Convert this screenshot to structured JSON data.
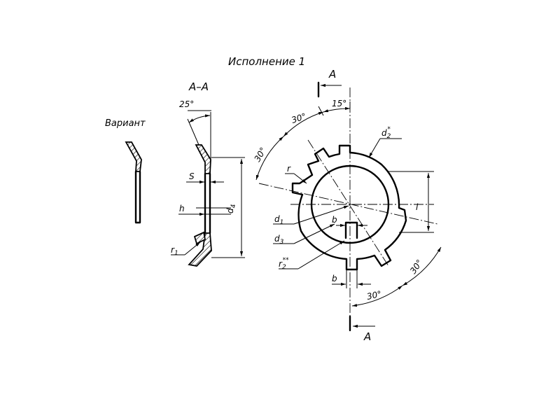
{
  "labels": {
    "execution_title": "Исполнение 1",
    "section_title": "А–А",
    "variant_label": "Вариант",
    "section_mark_top": "А",
    "section_mark_bottom": "А"
  },
  "dimensions": {
    "angle_25": "25°",
    "s": "S",
    "h": "h",
    "r1_main": "r",
    "r1_sub": "1",
    "d4_main": "d",
    "d4_sub": "4",
    "angle_15": "15°",
    "angle_30_top": "30°",
    "angle_30_left": "30°",
    "angle_30_right": "30°",
    "angle_30_bottom": "30°",
    "d2_main": "d",
    "d2_sub": "2",
    "d2_sup": "*",
    "r": "r",
    "l": "l",
    "d1_main": "d",
    "d1_sub": "1",
    "d3_main": "d",
    "d3_sub": "3",
    "b_inner": "b",
    "r2_main": "r",
    "r2_sub": "2",
    "r2_sup": "**",
    "b_outer": "b"
  }
}
